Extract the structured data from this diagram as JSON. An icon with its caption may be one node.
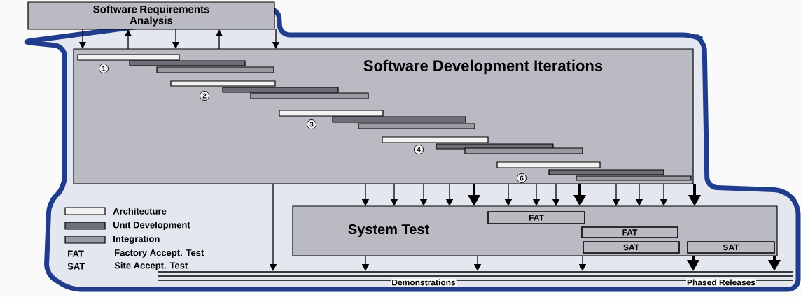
{
  "diagram": {
    "nodes": [
      {
        "text": [
          "Software Requirements Analysis"
        ]
      },
      {
        "text": [
          "Software Development Iterations"
        ]
      },
      {
        "text": [],
        "shape": "bar",
        "in": 1
      },
      {
        "text": [],
        "shape": "bar",
        "in": 1
      },
      {
        "text": [],
        "shape": "bar",
        "in": 1
      },
      {
        "text": [
          "1"
        ],
        "in": 1
      },
      {
        "text": [],
        "shape": "bar",
        "in": 1
      },
      {
        "text": [],
        "shape": "bar",
        "in": 1
      },
      {
        "text": [],
        "shape": "bar",
        "in": 1
      },
      {
        "text": [
          "2"
        ],
        "in": 1
      },
      {
        "text": [],
        "shape": "bar",
        "in": 1
      },
      {
        "text": [],
        "shape": "bar",
        "in": 1
      },
      {
        "text": [],
        "shape": "bar",
        "in": 1
      },
      {
        "text": [
          "3"
        ],
        "in": 1
      },
      {
        "text": [],
        "shape": "bar",
        "in": 1
      },
      {
        "text": [],
        "shape": "bar",
        "in": 1
      },
      {
        "text": [],
        "shape": "bar",
        "in": 1
      },
      {
        "text": [
          "4"
        ],
        "in": 1
      },
      {
        "text": [],
        "shape": "bar",
        "in": 1
      },
      {
        "text": [],
        "shape": "bar",
        "in": 1
      },
      {
        "text": [],
        "shape": "bar",
        "in": 1
      },
      {
        "text": [
          "6"
        ],
        "in": 1
      },
      {
        "text": [
          "System Test"
        ]
      },
      {
        "text": [
          "FAT"
        ],
        "in": 22
      },
      {
        "text": [
          "FAT"
        ],
        "in": 22
      },
      {
        "text": [
          "SAT"
        ],
        "in": 22
      },
      {
        "text": [
          "SAT"
        ],
        "in": 22
      },
      {
        "text": [
          "Demonstrations",
          "Phased Releases"
        ]
      }
    ],
    "edges": [
      {
        "from": 0,
        "to": 1,
        "arrow": "to"
      },
      {
        "from": 1,
        "to": 0,
        "arrow": "to"
      },
      {
        "from": 0,
        "to": 1,
        "arrow": "to"
      },
      {
        "from": 1,
        "to": 0,
        "arrow": "to"
      },
      {
        "from": 0,
        "to": 1,
        "arrow": "to"
      },
      {
        "from": 1,
        "to": 22,
        "arrow": "to"
      },
      {
        "from": 1,
        "to": 22,
        "arrow": "to"
      },
      {
        "from": 1,
        "to": 22,
        "arrow": "to"
      },
      {
        "from": 1,
        "to": 22,
        "arrow": "to"
      },
      {
        "from": 1,
        "to": 22,
        "arrow": "to",
        "style": "thick"
      },
      {
        "from": 1,
        "to": 22,
        "arrow": "to"
      },
      {
        "from": 1,
        "to": 22,
        "arrow": "to"
      },
      {
        "from": 1,
        "to": 22,
        "arrow": "to"
      },
      {
        "from": 1,
        "to": 22,
        "arrow": "to",
        "style": "thick"
      },
      {
        "from": 1,
        "to": 22,
        "arrow": "to"
      },
      {
        "from": 1,
        "to": 22,
        "arrow": "to"
      },
      {
        "from": 1,
        "to": 22,
        "arrow": "to"
      },
      {
        "from": 1,
        "to": 22,
        "arrow": "to",
        "style": "thick"
      },
      {
        "from": 1,
        "to": 27,
        "arrow": "to"
      },
      {
        "from": 22,
        "to": 27,
        "arrow": "to"
      },
      {
        "from": 22,
        "to": 27,
        "arrow": "to"
      },
      {
        "from": 22,
        "to": 27,
        "arrow": "to"
      },
      {
        "from": 22,
        "to": 27,
        "arrow": "to",
        "style": "thick"
      },
      {
        "from": 22,
        "to": 27,
        "arrow": "to",
        "style": "thick"
      }
    ],
    "labels": [
      "FAT",
      "Factory Accept. Test",
      "SAT",
      "Site Accept. Test"
    ],
    "legend": [
      {
        "text": "Architecture",
        "color": "#f2f2f2"
      },
      {
        "text": "Unit Development",
        "color": "#6e6e78"
      },
      {
        "text": "Integration",
        "color": "#9a9aa3"
      }
    ]
  }
}
